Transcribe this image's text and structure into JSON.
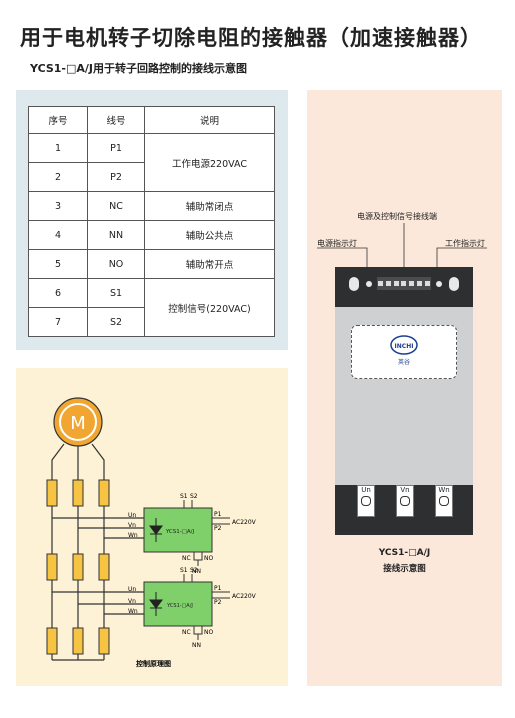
{
  "page": {
    "title": "用于电机转子切除电阻的接触器（加速接触器）",
    "subtitle": "YCS1-□A/J用于转子回路控制的接线示意图"
  },
  "table": {
    "headers": [
      "序号",
      "线号",
      "说明"
    ],
    "rows": [
      {
        "no": "1",
        "line": "P1"
      },
      {
        "no": "2",
        "line": "P2"
      },
      {
        "no": "3",
        "line": "NC",
        "desc": "辅助常闭点"
      },
      {
        "no": "4",
        "line": "NN",
        "desc": "辅助公共点"
      },
      {
        "no": "5",
        "line": "NO",
        "desc": "辅助常开点"
      },
      {
        "no": "6",
        "line": "S1"
      },
      {
        "no": "7",
        "line": "S2"
      }
    ],
    "merged_power": "工作电源220VAC",
    "merged_control": "控制信号(220VAC)"
  },
  "circuit": {
    "motor_label": "M",
    "module_label": "YCS1-□A/J",
    "module_label_small": "YCS1-□A/J",
    "inputs": [
      "Un",
      "Vn",
      "Wn"
    ],
    "top_pins": [
      "S1",
      "S2"
    ],
    "power_pins": [
      "P1",
      "P2"
    ],
    "power_label": "AC220V",
    "aux_pins": [
      "NC",
      "NO",
      "NN"
    ],
    "caption": "控制原理图"
  },
  "device": {
    "label_terminal": "电源及控制信号接线端",
    "label_power_light": "电源指示灯",
    "label_work_light": "工作指示灯",
    "brand_mark": "INCHI",
    "brand_text": "英谷",
    "terminals": [
      "Un",
      "Vn",
      "Wn"
    ],
    "caption_model": "YCS1-□A/J",
    "caption_desc": "接线示意图"
  },
  "colors": {
    "table_panel": "#dde9ec",
    "circuit_panel": "#fdf1d6",
    "device_panel": "#fbe8da",
    "module_green": "#7fcf6a",
    "motor_orange": "#f0a630",
    "resistor_yellow": "#f6c343"
  }
}
